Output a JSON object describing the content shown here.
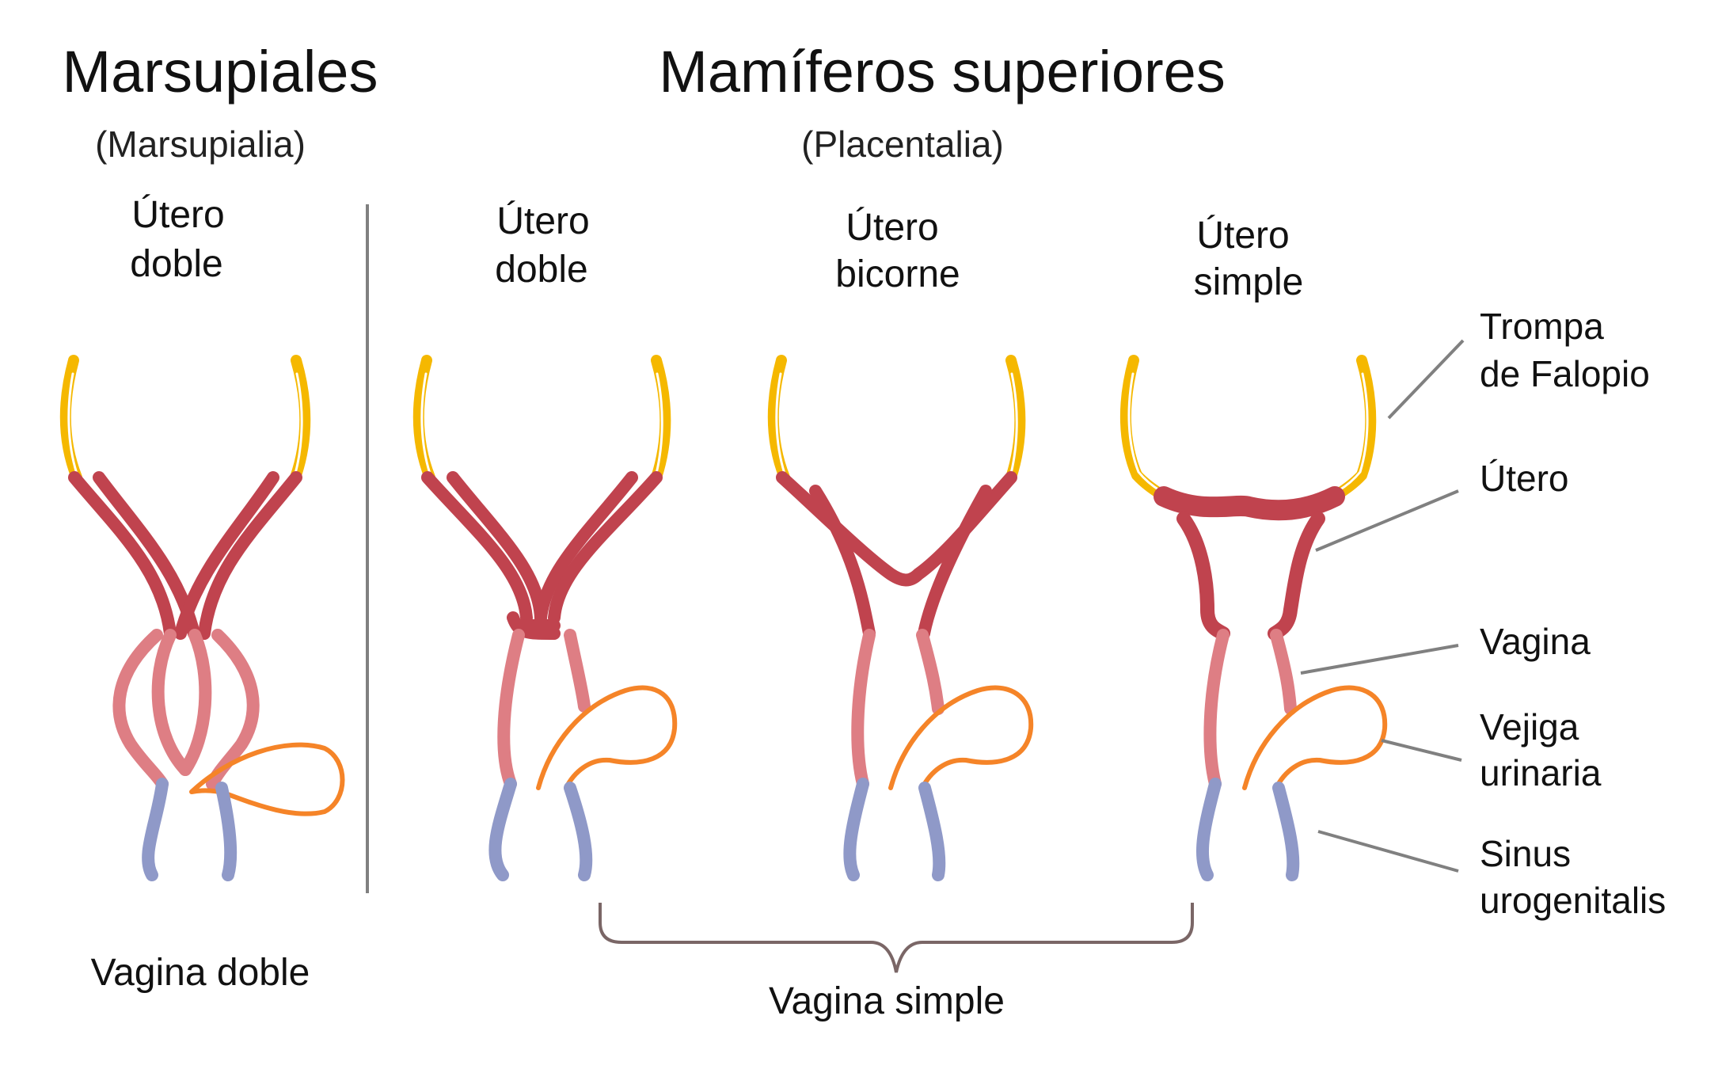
{
  "headings": {
    "marsupiales": "Marsupiales",
    "marsupiales_sub": "(Marsupialia)",
    "placentales": "Mamíferos superiores",
    "placentales_sub": "(Placentalia)"
  },
  "types": [
    {
      "line1": "Útero",
      "line2": "doble"
    },
    {
      "line1": "Útero",
      "line2": "doble"
    },
    {
      "line1": "Útero",
      "line2": "bicorne"
    },
    {
      "line1": "Útero",
      "line2": "simple"
    }
  ],
  "legend": {
    "tube": [
      "Trompa",
      "de Falopio"
    ],
    "uterus": [
      "Útero"
    ],
    "vagina": [
      "Vagina"
    ],
    "bladder": [
      "Vejiga",
      "urinaria"
    ],
    "sinus": [
      "Sinus",
      "urogenitalis"
    ]
  },
  "footer": {
    "double_vagina": "Vagina doble",
    "single_vagina": "Vagina simple"
  },
  "colors": {
    "tube": "#F5B800",
    "uterus": "#C0434E",
    "vagina": "#DE7E84",
    "bladder": "#F58428",
    "sinus": "#8F99C8",
    "divider": "#808080",
    "brace": "#7A6666"
  }
}
